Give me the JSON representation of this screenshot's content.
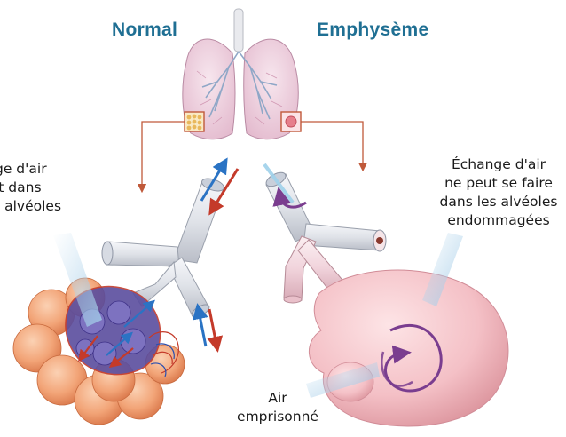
{
  "titles": {
    "normal": "Normal",
    "emphysema": "Emphysème"
  },
  "labels": {
    "left": [
      "ge d'air",
      "ıt dans",
      "› alvéoles"
    ],
    "right": [
      "Échange d'air",
      "ne peut se faire",
      "dans les alvéoles",
      "endommagées"
    ],
    "trapped": [
      "Air",
      "emprisonné"
    ]
  },
  "colors": {
    "title": "#1f6f93",
    "callout_line": "#c0593a",
    "healthy_alveoli": "#f2a477",
    "damaged_alveoli": "#f1b9c0",
    "airway": "#dcdfe6",
    "arrow_blue": "#2a73c4",
    "arrow_red": "#c43a2a",
    "arrow_purple": "#7a3d8f"
  }
}
